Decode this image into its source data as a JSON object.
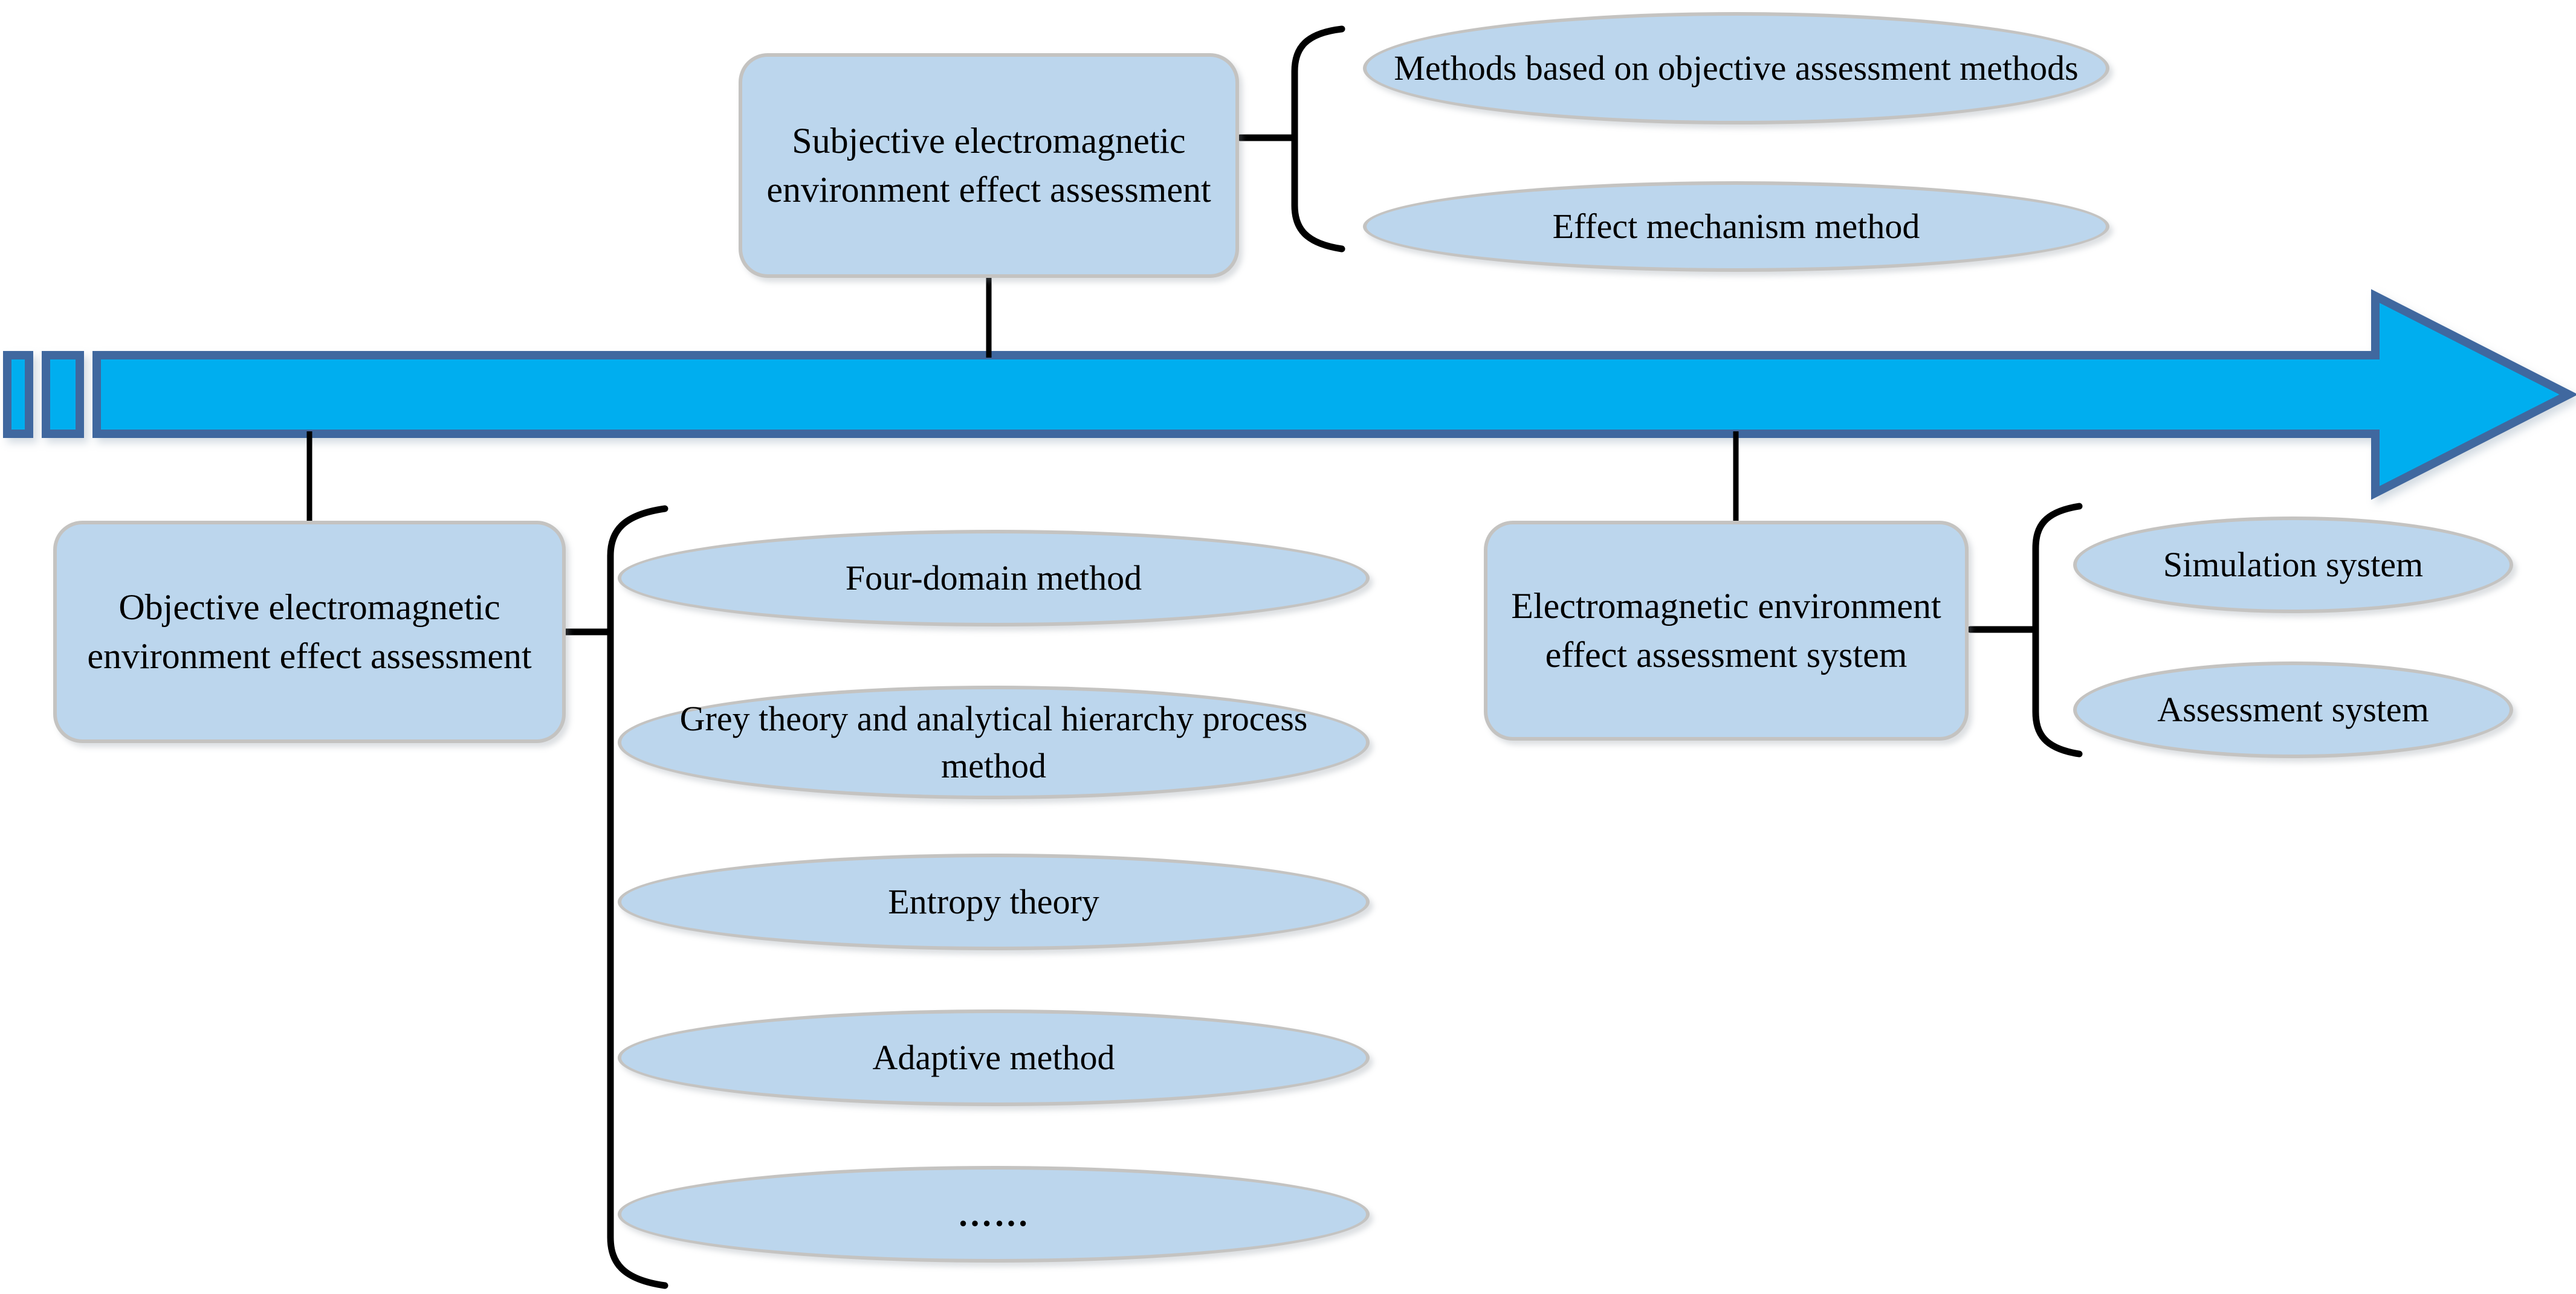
{
  "diagram": {
    "title": "Electromagnetic environment effect assessment overview",
    "type": "flow-timeline",
    "colors": {
      "node_fill": "#bcd6ed",
      "node_border": "#c4c3c1",
      "arrow_fill": "#00aeef",
      "arrow_border": "#41689f",
      "connector": "#000000",
      "background": "#ffffff"
    }
  },
  "arrow": {
    "name": "striped-right-arrow",
    "direction": "right",
    "label": ""
  },
  "nodes": {
    "subjective": {
      "label": "Subjective electromagnetic environment effect assessment",
      "shape": "rounded-rectangle",
      "position": "above-arrow"
    },
    "objective": {
      "label": "Objective electromagnetic environment effect assessment",
      "shape": "rounded-rectangle",
      "position": "below-arrow-left"
    },
    "system": {
      "label": "Electromagnetic environment effect assessment system",
      "shape": "rounded-rectangle",
      "position": "below-arrow-right"
    }
  },
  "groups": {
    "subjective_methods": {
      "parent": "subjective",
      "items": [
        {
          "label": "Methods based on objective assessment methods"
        },
        {
          "label": "Effect mechanism method"
        }
      ]
    },
    "objective_methods": {
      "parent": "objective",
      "items": [
        {
          "label": "Four-domain method"
        },
        {
          "label": "Grey theory and analytical hierarchy process method"
        },
        {
          "label": "Entropy theory"
        },
        {
          "label": "Adaptive method"
        },
        {
          "label": "……"
        }
      ]
    },
    "system_parts": {
      "parent": "system",
      "items": [
        {
          "label": "Simulation system"
        },
        {
          "label": "Assessment system"
        }
      ]
    }
  }
}
